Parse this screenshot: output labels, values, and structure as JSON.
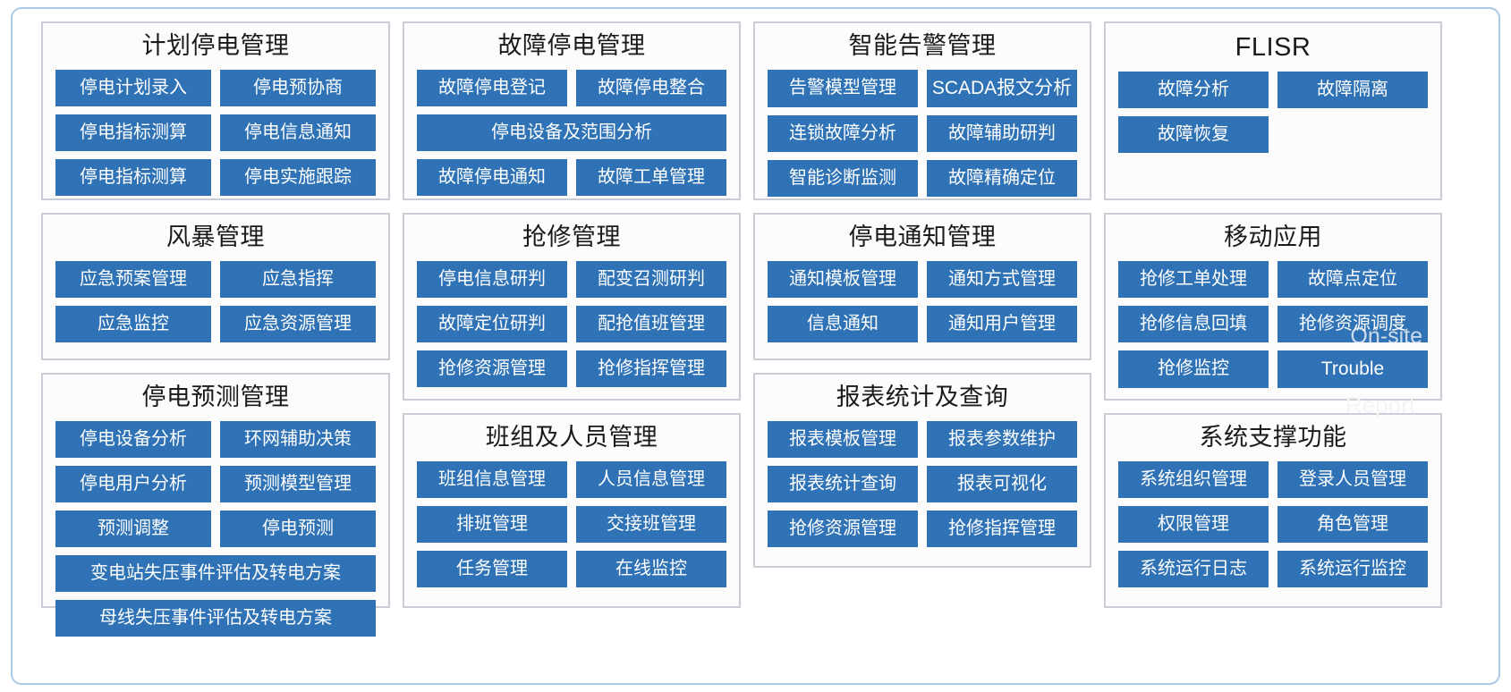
{
  "panels": [
    {
      "id": "planned-outage-management",
      "title": "计划停电管理",
      "rows": [
        [
          "停电计划录入",
          "停电预协商"
        ],
        [
          "停电指标测算",
          "停电信息通知"
        ],
        [
          "停电指标测算",
          "停电实施跟踪"
        ]
      ]
    },
    {
      "id": "fault-outage-management",
      "title": "故障停电管理",
      "rows": [
        [
          "故障停电登记",
          "故障停电整合"
        ],
        [
          "停电设备及范围分析"
        ],
        [
          "故障停电通知",
          "故障工单管理"
        ]
      ]
    },
    {
      "id": "intelligent-alarm-management",
      "title": "智能告警管理",
      "rows": [
        [
          "告警模型管理",
          "SCADA报文分析"
        ],
        [
          "连锁故障分析",
          "故障辅助研判"
        ],
        [
          "智能诊断监测",
          "故障精确定位"
        ]
      ]
    },
    {
      "id": "flisr",
      "title": "FLISR",
      "rows": [
        [
          "故障分析",
          "故障隔离"
        ],
        [
          "故障恢复",
          ""
        ]
      ]
    },
    {
      "id": "storm-management",
      "title": "风暴管理",
      "rows": [
        [
          "应急预案管理",
          "应急指挥"
        ],
        [
          "应急监控",
          "应急资源管理"
        ]
      ]
    },
    {
      "id": "emergency-repair-management",
      "title": "抢修管理",
      "rows": [
        [
          "停电信息研判",
          "配变召测研判"
        ],
        [
          "故障定位研判",
          "配抢值班管理"
        ],
        [
          "抢修资源管理",
          "抢修指挥管理"
        ]
      ]
    },
    {
      "id": "outage-notification-management",
      "title": "停电通知管理",
      "rows": [
        [
          "通知模板管理",
          "通知方式管理"
        ],
        [
          "信息通知",
          "通知用户管理"
        ]
      ]
    },
    {
      "id": "mobile-application",
      "title": "移动应用",
      "rows": [
        [
          "抢修工单处理",
          "故障点定位"
        ],
        [
          "抢修信息回填",
          "抢修资源调度"
        ],
        [
          "抢修监控",
          "Trouble"
        ]
      ],
      "overlay": "On-site"
    },
    {
      "id": "outage-forecast-management",
      "title": "停电预测管理",
      "rows": [
        [
          "停电设备分析",
          "环网辅助决策"
        ],
        [
          "停电用户分析",
          "预测模型管理"
        ],
        [
          "预测调整",
          "停电预测"
        ],
        [
          "变电站失压事件评估及转电方案"
        ],
        [
          "母线失压事件评估及转电方案"
        ]
      ]
    },
    {
      "id": "team-and-personnel-management",
      "title": "班组及人员管理",
      "rows": [
        [
          "班组信息管理",
          "人员信息管理"
        ],
        [
          "排班管理",
          "交接班管理"
        ],
        [
          "任务管理",
          "在线监控"
        ]
      ]
    },
    {
      "id": "report-statistics-and-query",
      "title": "报表统计及查询",
      "rows": [
        [
          "报表模板管理",
          "报表参数维护"
        ],
        [
          "报表统计查询",
          "报表可视化"
        ],
        [
          "抢修资源管理",
          "抢修指挥管理"
        ]
      ]
    },
    {
      "id": "system-support-functions",
      "title": "系统支撑功能",
      "rows": [
        [
          "系统组织管理",
          "登录人员管理"
        ],
        [
          "权限管理",
          "角色管理"
        ],
        [
          "系统运行日志",
          "系统运行监控"
        ]
      ],
      "watermark": "Report"
    }
  ],
  "colors": {
    "button_fill": "#2f72b5",
    "panel_border": "#c8cdd6",
    "frame_border": "#aac8e8",
    "panel_bg": "#fcfcfd",
    "title_text": "#1a1a1a",
    "button_text": "#ffffff"
  },
  "layout": {
    "columns": [
      {
        "title_key": "column-1",
        "panels": [
          "planned-outage-management",
          "storm-management",
          "outage-forecast-management"
        ]
      },
      {
        "title_key": "column-2",
        "panels": [
          "fault-outage-management",
          "emergency-repair-management",
          "team-and-personnel-management"
        ]
      },
      {
        "title_key": "column-3",
        "panels": [
          "intelligent-alarm-management",
          "outage-notification-management",
          "report-statistics-and-query"
        ]
      },
      {
        "title_key": "column-4",
        "panels": [
          "flisr",
          "mobile-application",
          "system-support-functions"
        ]
      }
    ]
  }
}
